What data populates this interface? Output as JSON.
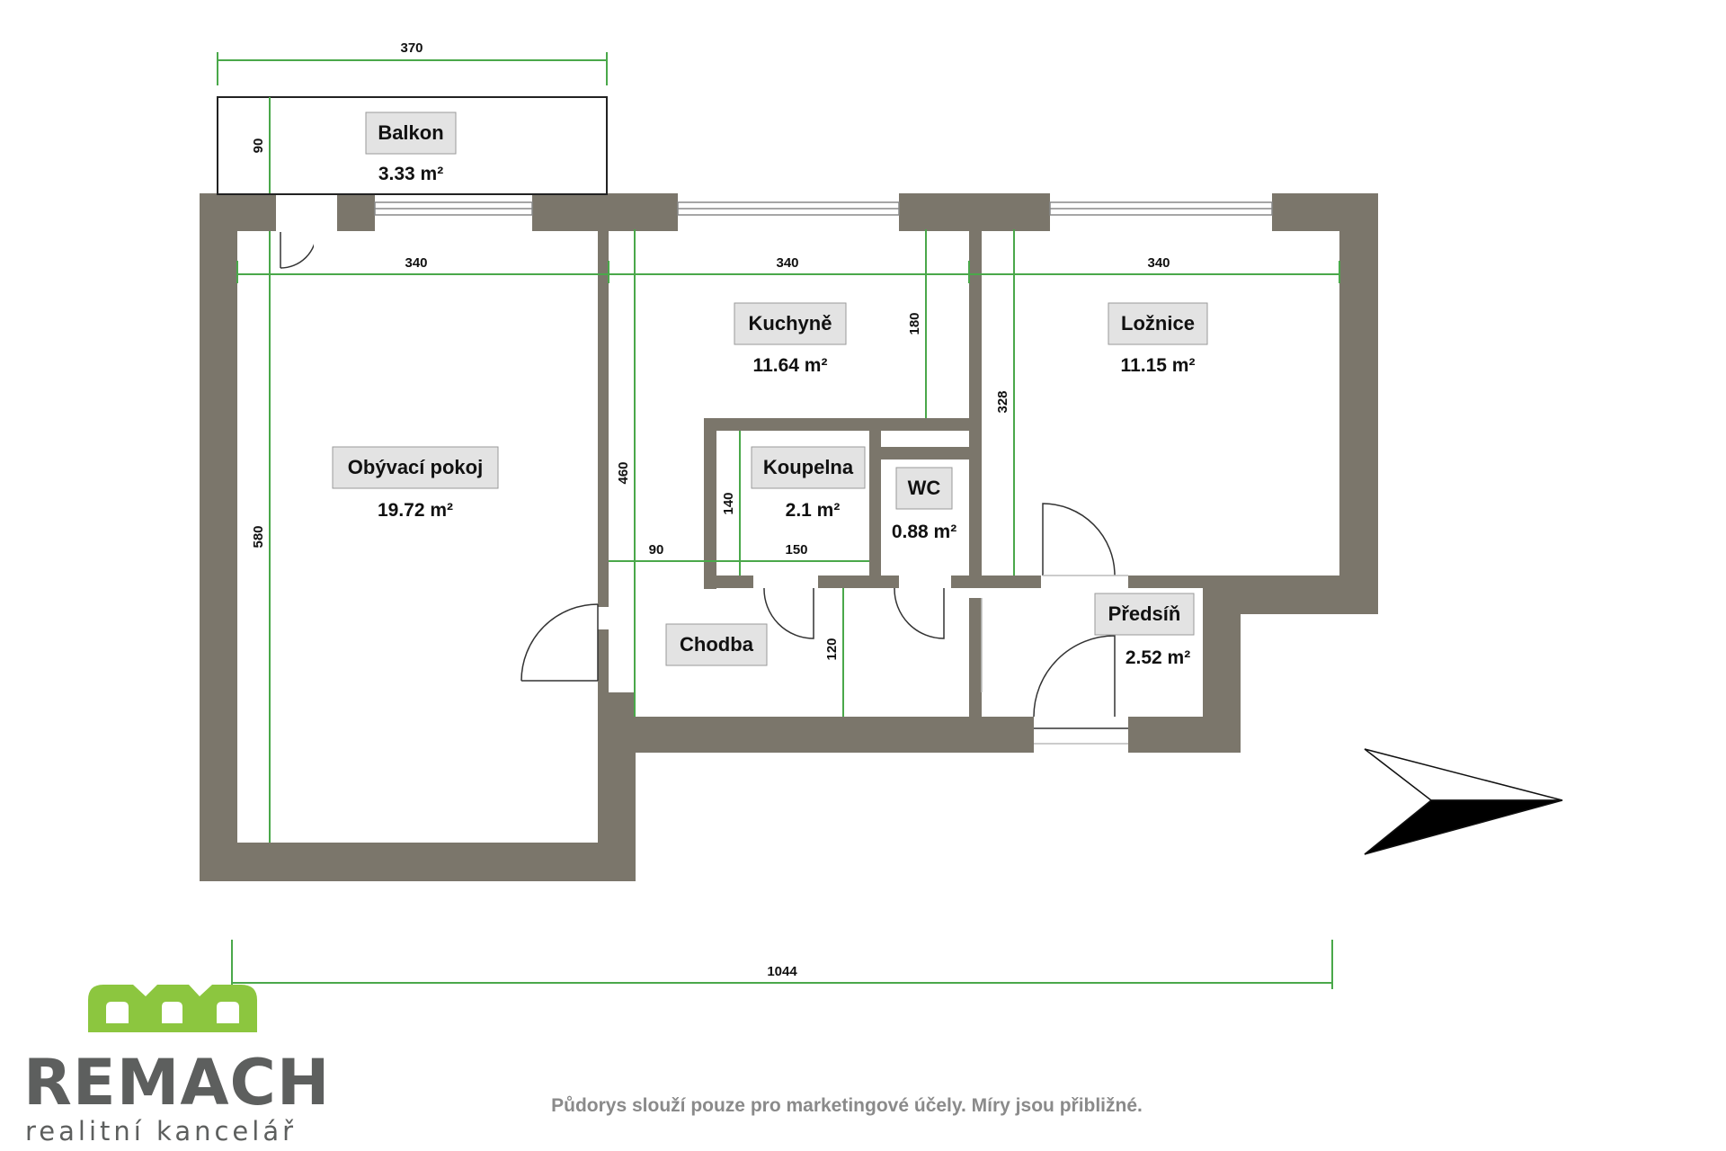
{
  "colors": {
    "wall": "#7b766b",
    "dim_line": "#4aa84a",
    "label_bg": "#e3e3e3",
    "logo_green": "#8cc63f",
    "logo_gray": "#5d5f5e"
  },
  "rooms": {
    "balkon": {
      "name": "Balkon",
      "area": "3.33 m²"
    },
    "obyvaci": {
      "name": "Obývací pokoj",
      "area": "19.72 m²"
    },
    "kuchyne": {
      "name": "Kuchyně",
      "area": "11.64 m²"
    },
    "loznice": {
      "name": "Ložnice",
      "area": "11.15 m²"
    },
    "koupelna": {
      "name": "Koupelna",
      "area": "2.1 m²"
    },
    "wc": {
      "name": "WC",
      "area": "0.88 m²"
    },
    "chodba": {
      "name": "Chodba"
    },
    "predsin": {
      "name": "Předsíň",
      "area": "2.52 m²"
    }
  },
  "dimensions": {
    "balkon_width": "370",
    "balkon_depth": "90",
    "obyvaci_width": "340",
    "kuchyne_width": "340",
    "loznice_width": "340",
    "obyvaci_length": "580",
    "kuchyne_length": "460",
    "kuchyne_recess": "180",
    "loznice_length": "328",
    "koupelna_depth": "140",
    "chodba_width": "90",
    "koupelna_width": "150",
    "chodba_depth": "120",
    "total_length": "1044"
  },
  "icons": {
    "compass": "north-arrow-icon"
  },
  "logo": {
    "name": "REMACH",
    "subtitle": "realitní kancelář"
  },
  "disclaimer": "Půdorys slouží pouze pro marketingové účely. Míry jsou přibližné."
}
